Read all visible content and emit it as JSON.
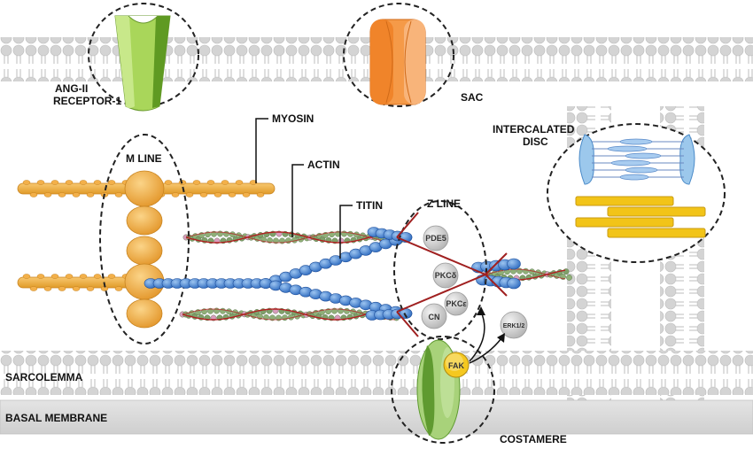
{
  "labels": {
    "ang_receptor_line1": "ANG-II",
    "ang_receptor_line2": "RECEPTOR-1",
    "sac": "SAC",
    "myosin": "MYOSIN",
    "actin": "ACTIN",
    "titin": "TITIN",
    "m_line": "M LINE",
    "z_line": "Z LINE",
    "intercalated_line1": "INTERCALATED",
    "intercalated_line2": "DISC",
    "sarcolemma": "SARCOLEMMA",
    "basal_membrane": "BASAL MEMBRANE",
    "costamere": "COSTAMERE"
  },
  "proteins": {
    "pde5": "PDE5",
    "pkc_delta": "PKCδ",
    "pkc_epsilon": "PKCε",
    "cn": "CN",
    "erk": "ERK1/2",
    "fak": "FAK"
  },
  "colors": {
    "membrane": "#d9d9d9",
    "myosin": "#f0a830",
    "titin": "#3f7fd0",
    "actin_bead": "#7fa06a",
    "actin_pink": "#d89cbc",
    "actin_strand": "#b02020",
    "receptor": "#9ccc50",
    "sac": "#f08a30",
    "costamere": "#8fc060",
    "fak": "#f0c020",
    "disc_yellow": "#f2c418",
    "disc_blue": "#9cc8ec",
    "protein_grey": "#c8c8c8"
  }
}
